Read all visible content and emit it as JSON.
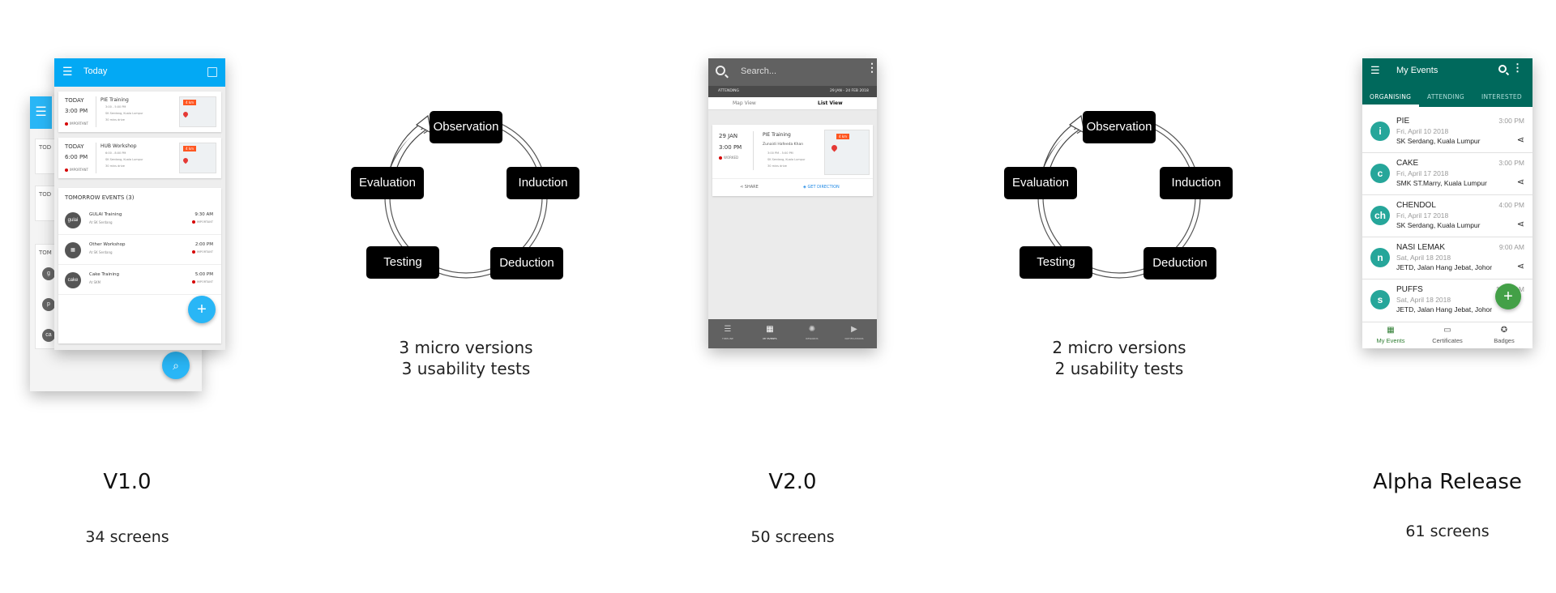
{
  "v1": {
    "label": "V1.0",
    "screens": "34 screens",
    "mockup": {
      "title": "Today",
      "today_events": [
        {
          "day": "TODAY",
          "time": "3:00 PM",
          "name": "PIE Training",
          "meta1": "3:00 - 5:00 PM",
          "meta2": "SK Serdang, Kuala Lumpur",
          "meta3": "30 mins drive",
          "tag": "4 km",
          "importance": "IMPORTANT"
        },
        {
          "day": "TODAY",
          "time": "6:00 PM",
          "name": "HUB Workshop",
          "meta1": "6:00 - 8:00 PM",
          "meta2": "SK Serdang, Kuala Lumpur",
          "meta3": "30 mins drive",
          "tag": "4 km",
          "importance": "IMPORTANT"
        }
      ],
      "tomorrow_header": "TOMORROW EVENTS (3)",
      "tomorrow_events": [
        {
          "avatar": "gulai",
          "name": "GULAI Training",
          "location": "At SK Serdang",
          "time": "9:30 AM",
          "importance": "IMPORTANT"
        },
        {
          "avatar": "▦",
          "name": "Other Workshop",
          "location": "At SK Serdang",
          "time": "2:00 PM",
          "importance": "IMPORTANT"
        },
        {
          "avatar": "cake",
          "name": "Cake Training",
          "location": "At SKM",
          "time": "5:00 PM",
          "importance": "IMPORTANT"
        }
      ],
      "back_rows": [
        "TOD",
        "TOD",
        "TOM"
      ],
      "back_avatars": [
        "g",
        "p",
        "ca"
      ]
    }
  },
  "cycle1": {
    "nodes": {
      "top": "Observation",
      "right": "Induction",
      "bottom_right": "Deduction",
      "bottom_left": "Testing",
      "left": "Evaluation"
    },
    "caption_line1": "3 micro versions",
    "caption_line2": "3 usability tests"
  },
  "v2": {
    "label": "V2.0",
    "screens": "50 screens",
    "mockup": {
      "search_placeholder": "Search...",
      "filter_left": "ATTENDING",
      "filter_right": "29 JAN - 24 FEB 2018",
      "view_map": "Map View",
      "view_list": "List View",
      "event": {
        "date": "29 JAN",
        "time": "3:00 PM",
        "importance": "WORKED",
        "name": "PIE Training",
        "organiser": "Zunaidi Hafeeda Khan",
        "meta1": "3:00 PM - 5:00 PM",
        "meta2": "SK Serdang, Kuala Lumpur",
        "meta3": "30 mins drive",
        "tag": "4 km"
      },
      "action_share": "SHARE",
      "action_direction": "GET DIRECTION",
      "nav": [
        "TIMELINE",
        "MY EVENTS",
        "REWARDS",
        "NOTIFICATIONS"
      ]
    }
  },
  "cycle2": {
    "nodes": {
      "top": "Observation",
      "right": "Induction",
      "bottom_right": "Deduction",
      "bottom_left": "Testing",
      "left": "Evaluation"
    },
    "caption_line1": "2 micro versions",
    "caption_line2": "2 usability tests"
  },
  "alpha": {
    "label": "Alpha Release",
    "screens": "61 screens",
    "mockup": {
      "title": "My Events",
      "tabs": [
        "ORGANISING",
        "ATTENDING",
        "INTERESTED"
      ],
      "events": [
        {
          "initial": "i",
          "name": "PIE",
          "date": "Fri, April 10 2018",
          "location": "SK Serdang, Kuala Lumpur",
          "time": "3:00 PM"
        },
        {
          "initial": "c",
          "name": "CAKE",
          "date": "Fri, April 17 2018",
          "location": "SMK ST.Marry, Kuala Lumpur",
          "time": "3:00 PM"
        },
        {
          "initial": "ch",
          "name": "CHENDOL",
          "date": "Fri, April 17 2018",
          "location": "SK Serdang, Kuala Lumpur",
          "time": "4:00 PM"
        },
        {
          "initial": "n",
          "name": "NASI LEMAK",
          "date": "Sat, April 18 2018",
          "location": "JETD, Jalan Hang Jebat, Johor",
          "time": "9:00 AM"
        },
        {
          "initial": "s",
          "name": "PUFFS",
          "date": "Sat, April 18 2018",
          "location": "JETD, Jalan Hang Jebat, Johor",
          "time": "11:00 AM"
        }
      ],
      "nav": [
        "My Events",
        "Certificates",
        "Badges"
      ]
    }
  },
  "colors": {
    "v1_primary": "#03a9f4",
    "v2_primary": "#616161",
    "alpha_primary": "#00695c",
    "alpha_fab": "#43a047",
    "node_fill": "#000000"
  }
}
